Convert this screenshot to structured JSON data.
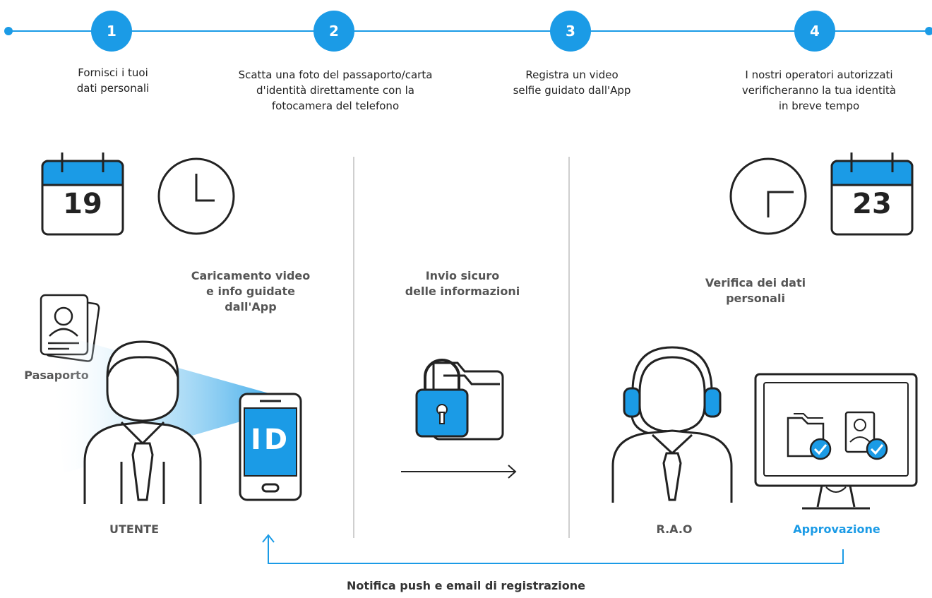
{
  "colors": {
    "accent": "#1b9be6",
    "ink": "#222222",
    "muted": "#555555",
    "divider": "#cfcfcf"
  },
  "steps": [
    {
      "number": "1",
      "text": "Fornisci i tuoi\ndati personali"
    },
    {
      "number": "2",
      "text": "Scatta una foto del passaporto/carta\nd'identità direttamente con la\nfotocamera del telefono"
    },
    {
      "number": "3",
      "text": "Registra un video\nselfie guidato dall'App"
    },
    {
      "number": "4",
      "text": "I nostri operatori autorizzati\nverificheranno la tua identità\nin breve tempo"
    }
  ],
  "calendar_left": {
    "day": "19",
    "icon": "calendar-icon"
  },
  "calendar_right": {
    "day": "23",
    "icon": "calendar-icon"
  },
  "sections": {
    "upload": "Caricamento video\ne info guidate\ndall'App",
    "secure": "Invio sicuro\ndelle informazioni",
    "verify": "Verifica dei dati\npersonali"
  },
  "labels": {
    "passport": "Pasaporto",
    "user": "UTENTE",
    "rao": "R.A.O",
    "approval": "Approvazione"
  },
  "phone_logo": "ID",
  "footer": "Notifica push e email di registrazione"
}
